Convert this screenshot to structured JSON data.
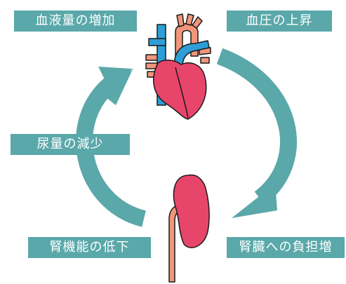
{
  "labels": {
    "blood_volume_increase": "血液量の増加",
    "blood_pressure_rise": "血圧の上昇",
    "kidney_burden": "腎臓への負担増",
    "kidney_function_decline": "腎機能の低下",
    "urine_volume_decrease": "尿量の減少"
  },
  "colors": {
    "label_bg": "#5aa8aa",
    "arrow": "#5aa8aa",
    "heart": "#e8456a",
    "artery": "#f0967a",
    "vein": "#2f9ed6",
    "kidney": "#e8456a",
    "ureter": "#f0967a",
    "outline": "#1a1a1a"
  },
  "icons": [
    "heart-icon",
    "kidney-icon"
  ]
}
